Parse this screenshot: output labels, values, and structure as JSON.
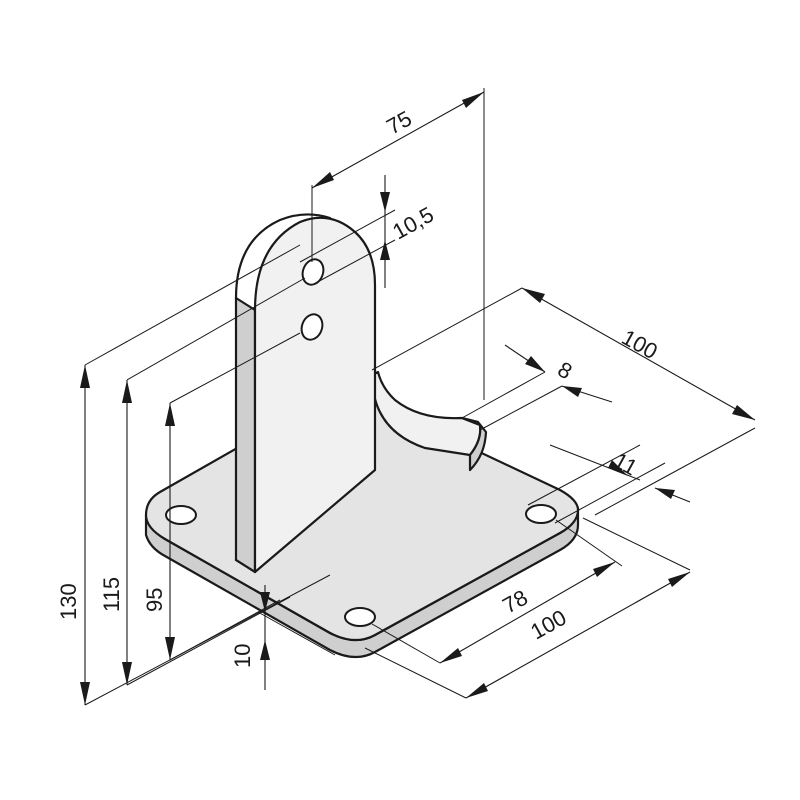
{
  "drawing": {
    "dimensions": {
      "top_width": "75",
      "hole_diameter": "10,5",
      "depth_right": "100",
      "wall_thickness": "8",
      "base_hole": "11",
      "hole_spacing": "78",
      "base_width": "100",
      "base_thickness": "10",
      "height_total": "130",
      "height_upper_hole": "115",
      "height_lower_hole": "95"
    }
  }
}
